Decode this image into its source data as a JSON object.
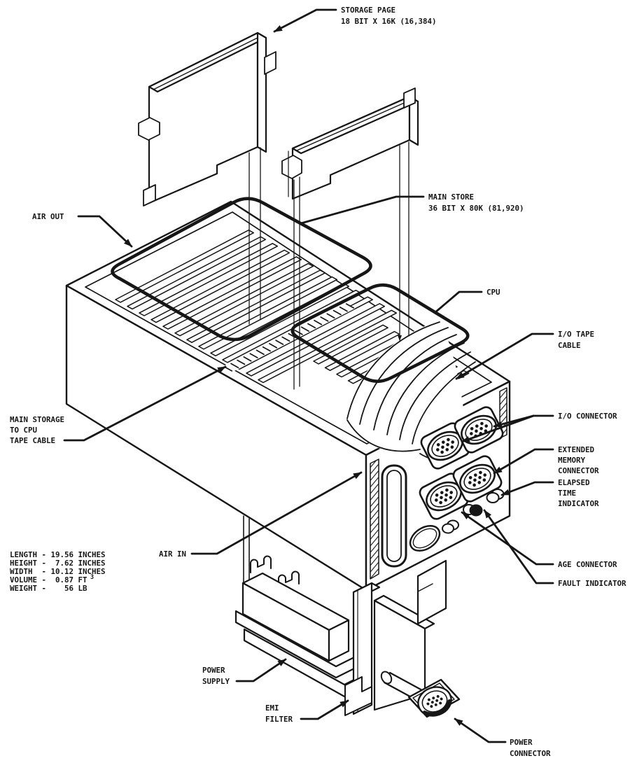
{
  "colors": {
    "ink": "#161616",
    "paper": "#ffffff"
  },
  "labels": {
    "storage_page_1": "STORAGE PAGE",
    "storage_page_2": "18 BIT X 16K (16,384)",
    "main_store_1": "MAIN STORE",
    "main_store_2": "36 BIT X 80K (81,920)",
    "air_out": "AIR OUT",
    "cpu": "CPU",
    "io_tape_1": "I/O TAPE",
    "io_tape_2": "CABLE",
    "io_connector": "I/O CONNECTOR",
    "ext_mem_1": "EXTENDED",
    "ext_mem_2": "MEMORY",
    "ext_mem_3": "CONNECTOR",
    "elapsed_1": "ELAPSED",
    "elapsed_2": "TIME",
    "elapsed_3": "INDICATOR",
    "age": "AGE CONNECTOR",
    "fault": "FAULT INDICATOR",
    "mscpu_1": "MAIN STORAGE",
    "mscpu_2": "TO CPU",
    "mscpu_3": "TAPE CABLE",
    "air_in": "AIR IN",
    "power_supply_1": "POWER",
    "power_supply_2": "SUPPLY",
    "emi_1": "EMI",
    "emi_2": "FILTER",
    "power_conn_1": "POWER",
    "power_conn_2": "CONNECTOR"
  },
  "specs": {
    "rows": [
      "LENGTH - 19.56 INCHES",
      "HEIGHT -  7.62 INCHES",
      "WIDTH  - 10.12 INCHES",
      "VOLUME -  0.87 FT",
      "WEIGHT -    56 LB"
    ],
    "volume_sup": "3"
  }
}
